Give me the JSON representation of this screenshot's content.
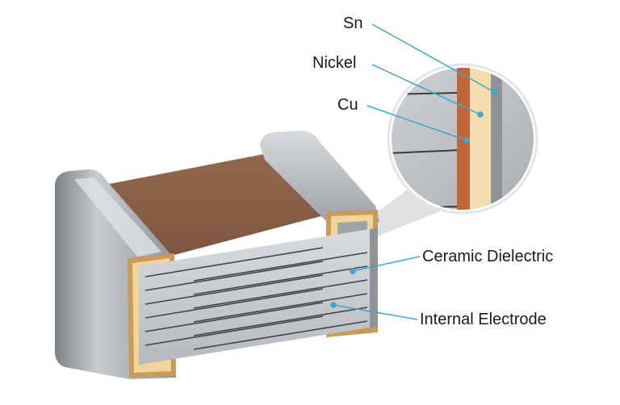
{
  "labels": {
    "sn": "Sn",
    "nickel": "Nickel",
    "cu": "Cu",
    "ceramic_dielectric": "Ceramic Dielectric",
    "internal_electrode": "Internal Electrode"
  },
  "colors": {
    "leader_line": "#3fa6cc",
    "ceramic_top": "#8a6047",
    "terminal_gray": "#9aa0a4",
    "tin_layer": "#f1d49a",
    "copper_layer": "#c0673a",
    "electrode_line": "#444444"
  }
}
